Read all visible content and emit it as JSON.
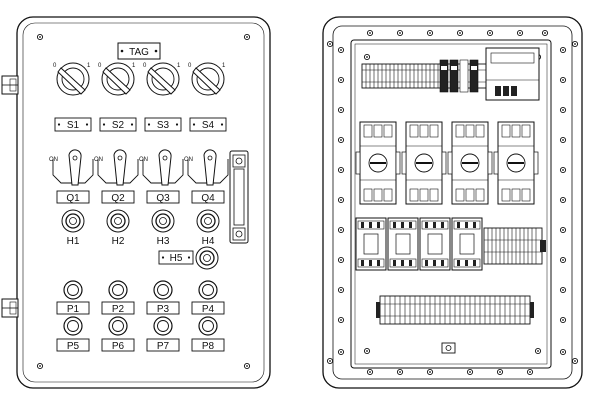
{
  "front_panel": {
    "tag_label": "TAG",
    "switch_labels": [
      "S1",
      "S2",
      "S3",
      "S4"
    ],
    "breaker_labels": [
      "Q1",
      "Q2",
      "Q3",
      "Q4"
    ],
    "breaker_on_text": "ON",
    "light_labels": [
      "H1",
      "H2",
      "H3",
      "H4"
    ],
    "extra_light_label": "H5",
    "button_labels_row1": [
      "P1",
      "P2",
      "P3",
      "P4"
    ],
    "button_labels_row2": [
      "P5",
      "P6",
      "P7",
      "P8"
    ]
  },
  "colors": {
    "line": "#111111",
    "background": "#ffffff",
    "label_fill": "#ffffff"
  }
}
